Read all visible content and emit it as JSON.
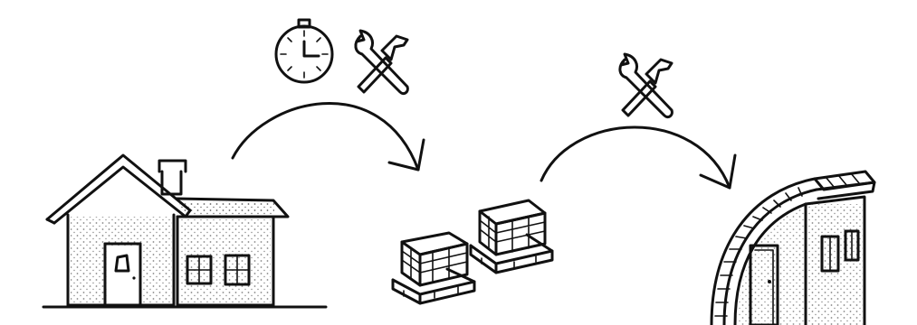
{
  "scene": {
    "steps": [
      {
        "name": "house",
        "icon": "house-icon"
      },
      {
        "name": "disassembly",
        "icons": [
          "stopwatch-icon",
          "tools-icon"
        ]
      },
      {
        "name": "material-pallets",
        "icon": "pallets-icon"
      },
      {
        "name": "construction",
        "icons": [
          "tools-icon"
        ]
      },
      {
        "name": "arched-hut",
        "icon": "quonset-hut-icon"
      }
    ],
    "colors": {
      "ink": "#111111",
      "background": "#ffffff"
    }
  }
}
